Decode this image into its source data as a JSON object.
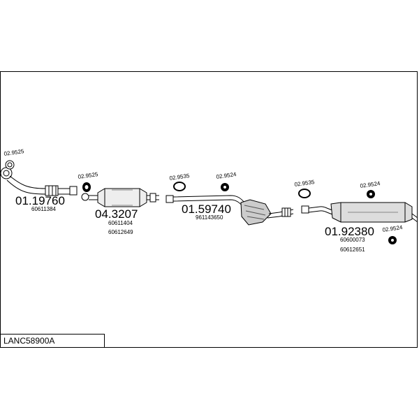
{
  "diagram": {
    "assembly_code": "LANC58900A",
    "parts": [
      {
        "number": "01.19760",
        "refs": [
          "60611384"
        ]
      },
      {
        "number": "04.3207",
        "refs": [
          "60611404",
          "60612649"
        ]
      },
      {
        "number": "01.59740",
        "refs": [
          "961143650"
        ]
      },
      {
        "number": "01.92380",
        "refs": [
          "60600073",
          "60612651"
        ]
      }
    ],
    "fittings": [
      {
        "number": "02.9525"
      },
      {
        "number": "02.9525"
      },
      {
        "number": "02.9535"
      },
      {
        "number": "02.9524"
      },
      {
        "number": "02.9535"
      },
      {
        "number": "02.9524"
      },
      {
        "number": "02.9524"
      }
    ]
  }
}
